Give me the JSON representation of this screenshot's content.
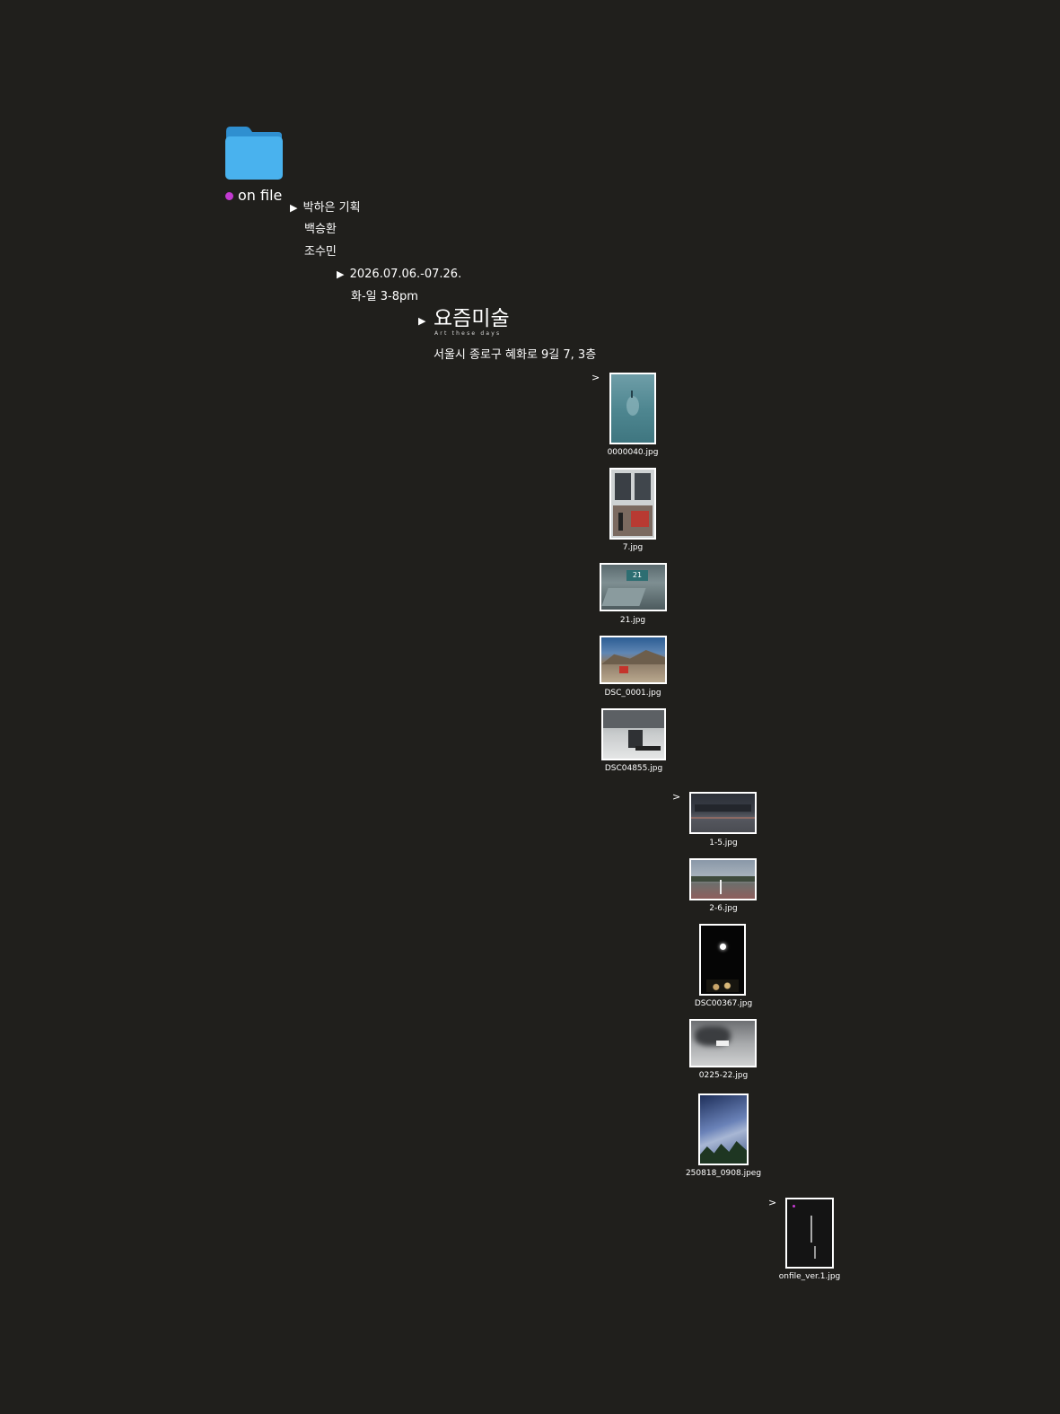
{
  "root": {
    "label": "on file",
    "dot_color": "#c23ad1",
    "icon": "folder-icon",
    "folder_color": "#49b2ee"
  },
  "level1": {
    "expander": "▶",
    "title": "박하은 기획",
    "artists": [
      "백승환",
      "조수민"
    ]
  },
  "level2": {
    "expander": "▶",
    "dates": "2026.07.06.-07.26.",
    "hours": "화-일 3-8pm"
  },
  "level3": {
    "expander": "▶",
    "logo_kr": "요즘미술",
    "logo_en": "Art these days",
    "address": "서울시 종로구 혜화로 9길 7, 3층"
  },
  "group1": {
    "expander": ">",
    "files": [
      "0000040.jpg",
      "7.jpg",
      "21.jpg",
      "DSC_0001.jpg",
      "DSC04855.jpg"
    ],
    "thumb_overlay": "21"
  },
  "group2": {
    "expander": ">",
    "files": [
      "1-5.jpg",
      "2-6.jpg",
      "DSC00367.jpg",
      "0225-22.jpg",
      "250818_0908.jpeg"
    ]
  },
  "group3": {
    "expander": ">",
    "files": [
      "onfile_ver.1.jpg"
    ]
  }
}
